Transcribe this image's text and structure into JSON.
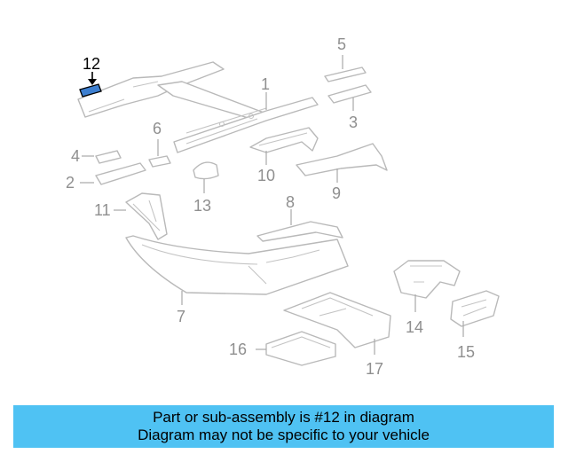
{
  "diagram": {
    "highlighted_part": "12",
    "callouts": [
      "12",
      "5",
      "1",
      "3",
      "6",
      "4",
      "2",
      "10",
      "9",
      "13",
      "11",
      "8",
      "7",
      "14",
      "16",
      "17",
      "15"
    ],
    "colors": {
      "highlight": "#3d7fd0",
      "banner": "#4fc2f3",
      "line_art": "#b9b9b9",
      "callout_text": "#8f8f8f"
    }
  },
  "banner": {
    "line1": "Part or sub-assembly is #12 in diagram",
    "line2": "Diagram may not be specific to your vehicle"
  }
}
